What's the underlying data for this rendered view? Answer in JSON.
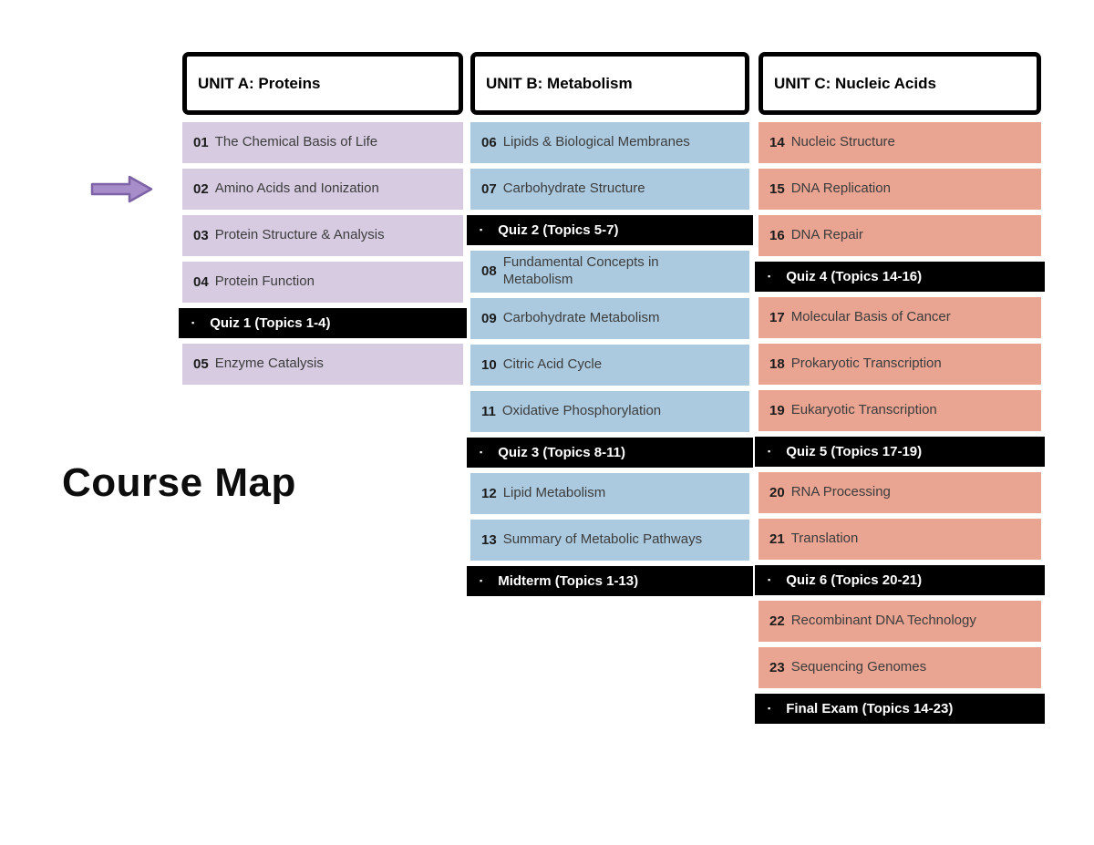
{
  "title": "Course Map",
  "bullet_glyph": "▪",
  "colors": {
    "unit_a_fill": "#D6CBE1",
    "unit_b_fill": "#ABCADF",
    "unit_c_fill": "#E9A492",
    "assessment_fill": "#000000",
    "assessment_text": "#FFFFFF",
    "header_border": "#000000",
    "arrow_fill": "#A78DC9",
    "arrow_outline": "#7D63A5"
  },
  "columns": [
    {
      "id": "unit-a",
      "header": "UNIT A: Proteins",
      "items": [
        {
          "type": "topic",
          "num": "01",
          "label": "The Chemical Basis of Life"
        },
        {
          "type": "topic",
          "num": "02",
          "label": "Amino Acids and Ionization"
        },
        {
          "type": "topic",
          "num": "03",
          "label": "Protein Structure & Analysis"
        },
        {
          "type": "topic",
          "num": "04",
          "label": "Protein Function"
        },
        {
          "type": "assessment",
          "label": "Quiz 1 (Topics 1-4)"
        },
        {
          "type": "topic",
          "num": "05",
          "label": "Enzyme Catalysis"
        }
      ]
    },
    {
      "id": "unit-b",
      "header": "UNIT B: Metabolism",
      "items": [
        {
          "type": "topic",
          "num": "06",
          "label": "Lipids & Biological Membranes"
        },
        {
          "type": "topic",
          "num": "07",
          "label": "Carbohydrate Structure"
        },
        {
          "type": "assessment",
          "label": "Quiz 2 (Topics 5-7)"
        },
        {
          "type": "topic",
          "num": "08",
          "label": "Fundamental Concepts in\nMetabolism"
        },
        {
          "type": "topic",
          "num": "09",
          "label": "Carbohydrate Metabolism"
        },
        {
          "type": "topic",
          "num": "10",
          "label": "Citric Acid Cycle"
        },
        {
          "type": "topic",
          "num": "11",
          "label": "Oxidative Phosphorylation"
        },
        {
          "type": "assessment",
          "label": "Quiz 3 (Topics 8-11)"
        },
        {
          "type": "topic",
          "num": "12",
          "label": "Lipid Metabolism"
        },
        {
          "type": "topic",
          "num": "13",
          "label": "Summary of Metabolic Pathways"
        },
        {
          "type": "assessment",
          "label": "Midterm (Topics 1-13)"
        }
      ]
    },
    {
      "id": "unit-c",
      "header": "UNIT C: Nucleic Acids",
      "items": [
        {
          "type": "topic",
          "num": "14",
          "label": "Nucleic Structure"
        },
        {
          "type": "topic",
          "num": "15",
          "label": "DNA Replication"
        },
        {
          "type": "topic",
          "num": "16",
          "label": "DNA Repair"
        },
        {
          "type": "assessment",
          "label": "Quiz 4 (Topics 14-16)"
        },
        {
          "type": "topic",
          "num": "17",
          "label": "Molecular Basis of Cancer"
        },
        {
          "type": "topic",
          "num": "18",
          "label": "Prokaryotic Transcription"
        },
        {
          "type": "topic",
          "num": "19",
          "label": "Eukaryotic Transcription"
        },
        {
          "type": "assessment",
          "label": "Quiz 5 (Topics 17-19)"
        },
        {
          "type": "topic",
          "num": "20",
          "label": "RNA Processing"
        },
        {
          "type": "topic",
          "num": "21",
          "label": "Translation"
        },
        {
          "type": "assessment",
          "label": "Quiz 6 (Topics 20-21)"
        },
        {
          "type": "topic",
          "num": "22",
          "label": "Recombinant DNA Technology"
        },
        {
          "type": "topic",
          "num": "23",
          "label": "Sequencing Genomes"
        },
        {
          "type": "assessment",
          "label": "Final Exam (Topics 14-23)"
        }
      ]
    }
  ]
}
